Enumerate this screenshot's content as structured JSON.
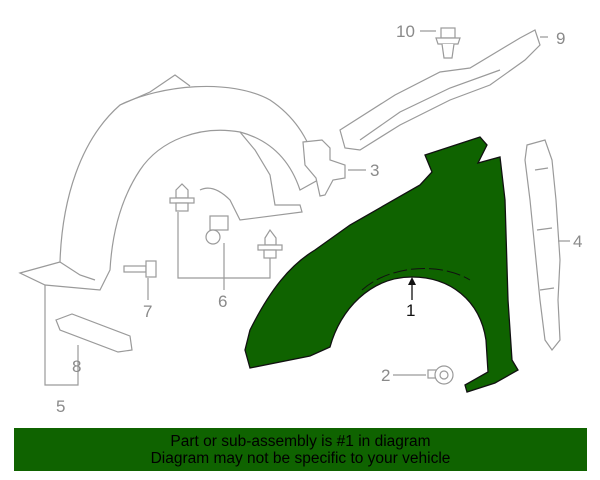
{
  "diagram": {
    "highlight_color": "#0f6300",
    "callouts": [
      "1",
      "2",
      "3",
      "4",
      "5",
      "6",
      "7",
      "8",
      "9",
      "10"
    ]
  },
  "banner": {
    "line1": "Part or sub-assembly is #1 in diagram",
    "line2": "Diagram may not be specific to your vehicle"
  }
}
